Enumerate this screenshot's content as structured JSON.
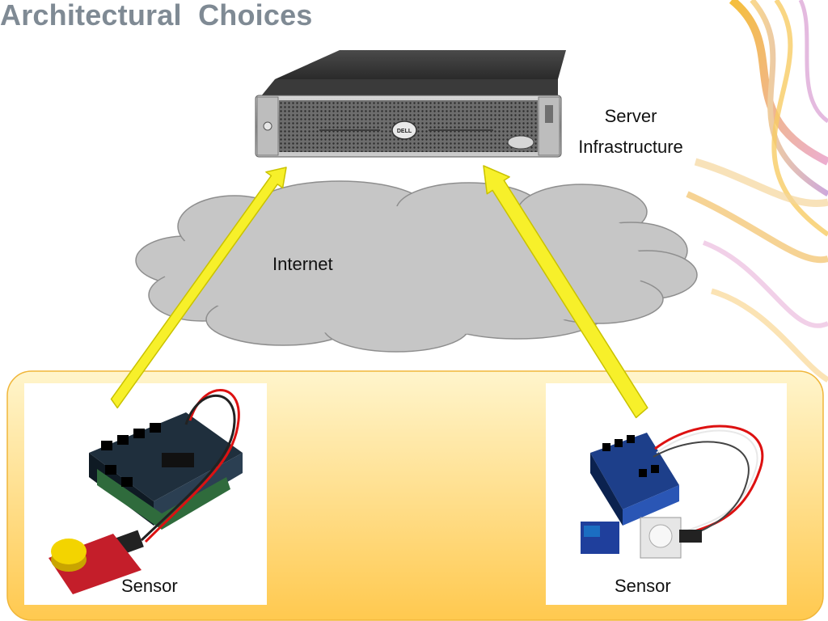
{
  "slide": {
    "title": "Architectural  Choices"
  },
  "server": {
    "label_line1": "Server",
    "label_line2": "Infrastructure"
  },
  "cloud": {
    "label": "Internet"
  },
  "sensors": [
    {
      "label": "Sensor",
      "picture": "arduino-sensor-board-with-yellow-button"
    },
    {
      "label": "Sensor",
      "picture": "arduino-sensor-board-with-white-button"
    }
  ],
  "colors": {
    "title": "#7f8a94",
    "cloud_fill": "#c6c6c6",
    "cloud_stroke": "#8e8e8e",
    "panel_top": "#fff3c2",
    "panel_bottom": "#ffc84a",
    "panel_border": "#f0b63a",
    "arrow_fill": "#f7f02a",
    "arrow_stroke": "#c9c200"
  }
}
